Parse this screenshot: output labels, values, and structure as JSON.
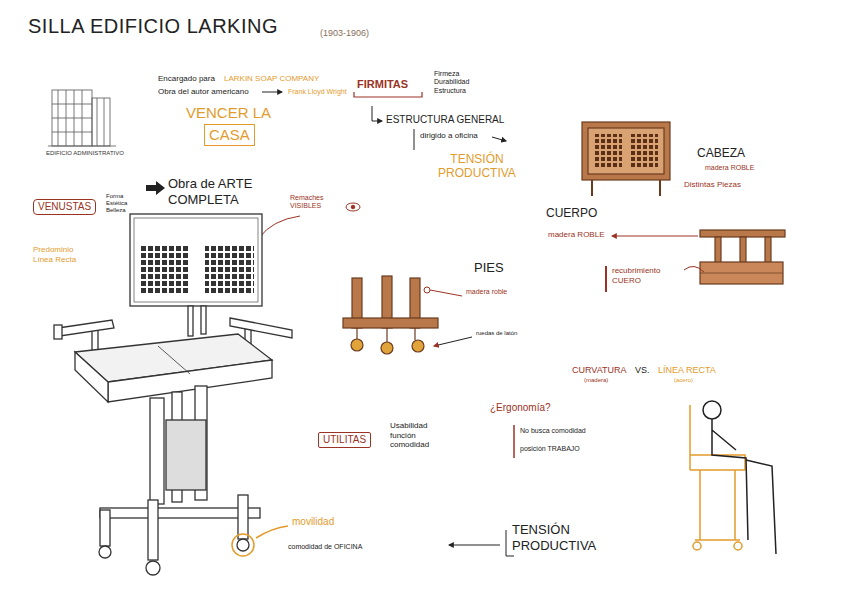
{
  "diagram": {
    "title": "SILLA EDIFICIO LARKING",
    "nodes": [
      {
        "text": [
          "CASA"
        ]
      },
      {
        "text": [
          "VENUSTAS"
        ]
      },
      {
        "text": [
          "UTILITAS"
        ]
      }
    ],
    "labels": [
      "(1903-1906)",
      "EDIFICIO ADMINISTRATIVO",
      "Encargado para",
      "LARKIN SOAP COMPANY",
      "Obra del autor americano",
      "Frank Lloyd Wright",
      "VENCER LA",
      "FIRMITAS",
      "Firmeza Durabilidad Estructura",
      "ESTRUCTURA GENERAL",
      "dirigido a oficina",
      "TENSIÓN PRODUCTIVA",
      "Forma Estética Belleza",
      "Obra de ARTE COMPLETA",
      "Remaches VISIBLES",
      "Predominio Línea Recta",
      "CABEZA",
      "madera ROBLE",
      "Distintas Piezas",
      "CUERPO",
      "madera ROBLE",
      "recubrimiento CUERO",
      "PIES",
      "madera roble",
      "ruedas de latón",
      "CURVATURA",
      "(madera)",
      "VS.",
      "LÍNEA RECTA",
      "(acero)",
      "Usabilidad función comodidad",
      "¿Ergonomía?",
      "No busca comodidad",
      "posición TRABAJO",
      "TENSIÓN PRODUCTIVA",
      "movilidad",
      "comodidad de OFICINA"
    ]
  }
}
